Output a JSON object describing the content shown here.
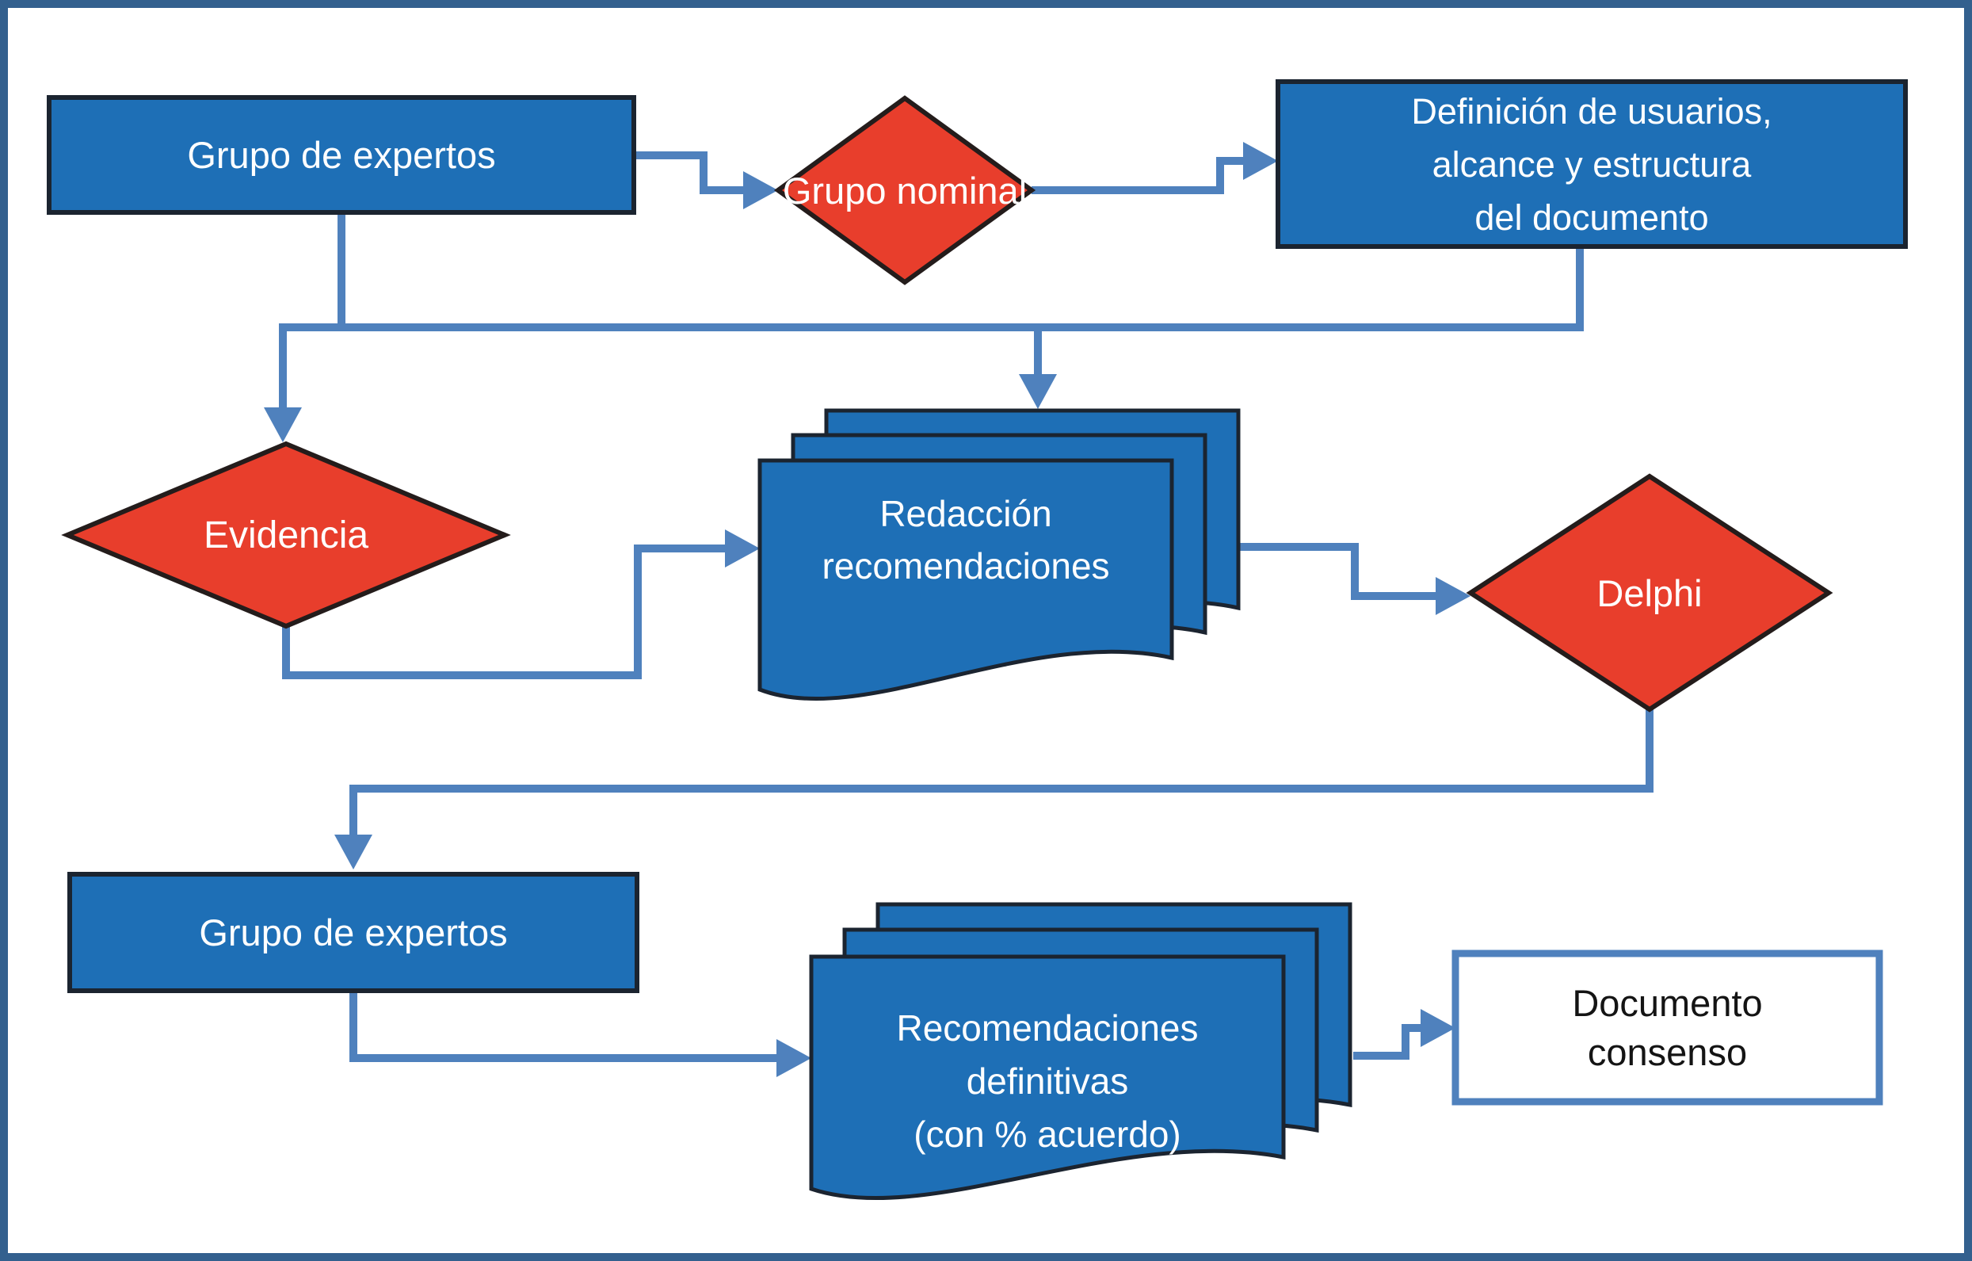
{
  "palette": {
    "node_blue_fill": "#1E6FB6",
    "node_red_fill": "#E83E2C",
    "node_border_dark": "#1B2430",
    "connector_blue": "#4F81BD",
    "outer_frame_blue": "#33608E",
    "consensus_box_border": "#4F81BD",
    "text_on_color": "#FFFFFF",
    "text_dark": "#141414",
    "background": "#FFFFFF"
  },
  "flowchart": {
    "nodes": {
      "expert_group_top": {
        "shape": "rectangle",
        "label": "Grupo de expertos"
      },
      "nominal_group": {
        "shape": "diamond",
        "label": "Grupo nominal"
      },
      "definition_box": {
        "shape": "rectangle",
        "label": "Definición de usuarios, alcance y estructura del documento",
        "lines": [
          "Definición de usuarios,",
          "alcance y estructura",
          "del documento"
        ]
      },
      "evidence": {
        "shape": "diamond",
        "label": "Evidencia"
      },
      "draft_recommendations": {
        "shape": "document-stack",
        "label": "Redacción recomendaciones",
        "lines": [
          "Redacción",
          "recomendaciones"
        ]
      },
      "delphi": {
        "shape": "diamond",
        "label": "Delphi"
      },
      "expert_group_bottom": {
        "shape": "rectangle",
        "label": "Grupo de expertos"
      },
      "final_recommendations": {
        "shape": "document-stack",
        "label": "Recomendaciones definitivas (con % acuerdo)",
        "lines": [
          "Recomendaciones",
          "definitivas",
          "(con % acuerdo)"
        ]
      },
      "consensus_document": {
        "shape": "rectangle-outline",
        "label": "Documento consenso",
        "lines": [
          "Documento",
          "consenso"
        ]
      }
    },
    "edges": [
      {
        "from": "expert_group_top",
        "to": "nominal_group"
      },
      {
        "from": "nominal_group",
        "to": "definition_box"
      },
      {
        "from": "expert_group_top",
        "to": "evidence"
      },
      {
        "from": "definition_box",
        "to": "draft_recommendations"
      },
      {
        "from": "evidence",
        "to": "draft_recommendations"
      },
      {
        "from": "draft_recommendations",
        "to": "delphi"
      },
      {
        "from": "delphi",
        "to": "expert_group_bottom"
      },
      {
        "from": "expert_group_bottom",
        "to": "final_recommendations"
      },
      {
        "from": "final_recommendations",
        "to": "consensus_document"
      }
    ]
  }
}
